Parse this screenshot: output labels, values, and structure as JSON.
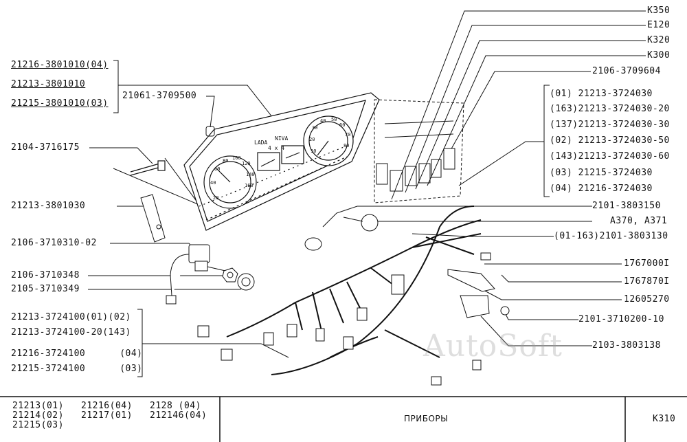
{
  "labels_top_right": [
    "К350",
    "Е120",
    "К320",
    "К300",
    "2106-3709604"
  ],
  "variant_list": [
    "(01)     21213-3724030",
    "(163)21213-3724030-20",
    "(137)21213-3724030-30",
    "(02)  21213-3724030-50",
    "(143)21213-3724030-60",
    "(03)     21215-3724030",
    "(04)     21216-3724030"
  ],
  "labels_right": [
    "2101-3803150",
    "А370, А371",
    "(01-163)2101-3803130",
    "1767000I",
    "1767870I",
    "12605270",
    "2101-3710200-10",
    "2103-3803138"
  ],
  "labels_left_top": [
    "21216-3801010(04)",
    "21213-3801010",
    "21215-3801010(03)"
  ],
  "label_cluster": "21061-3709500",
  "labels_left": [
    "2104-3716175",
    "21213-3801030",
    "2106-3710310-02",
    "2106-3710348",
    "2105-3710349"
  ],
  "labels_left_bottom": [
    "21213-3724100(01)(02)",
    "21213-3724100-20(143)",
    "21216-3724100      (04)",
    "21215-3724100      (03)"
  ],
  "cluster_text": {
    "lada": "LADA",
    "niva": "NIVA",
    "four": "4 x 4"
  },
  "speedo_ticks": [
    "20",
    "40",
    "60",
    "80",
    "100",
    "120",
    "140",
    "160"
  ],
  "tacho_ticks": [
    "10",
    "20",
    "30",
    "40",
    "50",
    "60",
    "70",
    "80"
  ],
  "watermark": "AutoSoft",
  "footer": {
    "models": [
      "21213(01)",
      "21214(02)",
      "21215(03)",
      "21216(04)",
      "21217(01)",
      "2128 (04)",
      "212146(04)"
    ],
    "title": "ПРИБОРЫ",
    "code": "К310"
  }
}
